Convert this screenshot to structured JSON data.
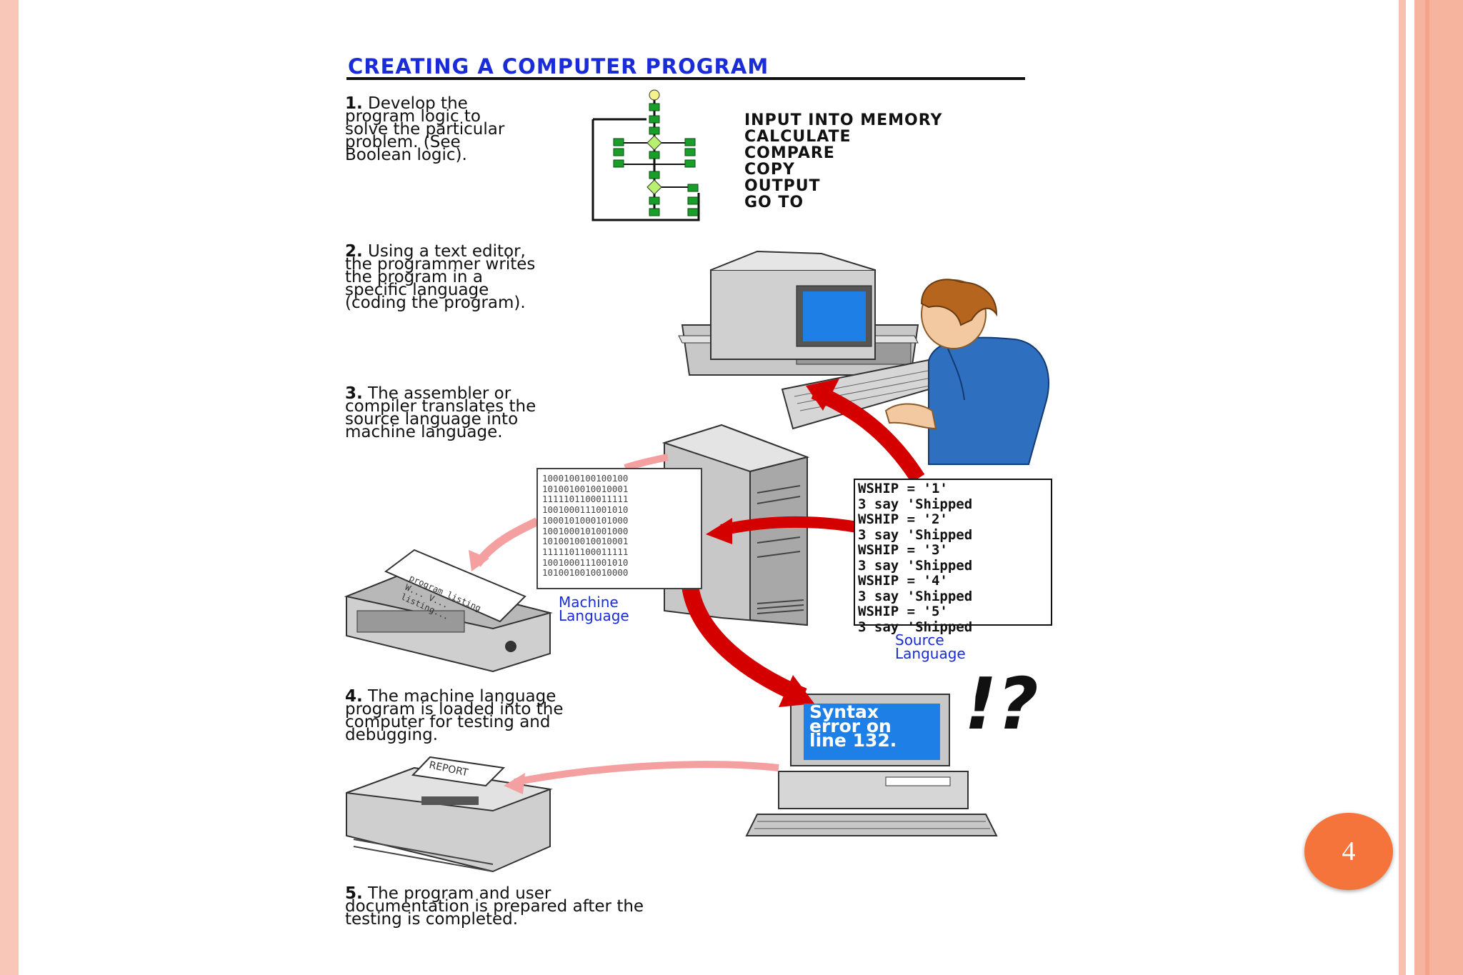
{
  "slide": {
    "title": "CREATING A COMPUTER PROGRAM",
    "page_number": "4"
  },
  "steps": [
    {
      "num": "1.",
      "text": " Develop the\nprogram logic to\nsolve the particular\nproblem. (See\nBoolean logic)."
    },
    {
      "num": "2.",
      "text": " Using a text editor,\nthe programmer writes\nthe program in a\nspecific language\n(coding the program)."
    },
    {
      "num": "3.",
      "text": " The assembler or\ncompiler translates the\nsource language into\nmachine language."
    },
    {
      "num": "4.",
      "text": " The machine language\nprogram is loaded into the\ncomputer for testing and\ndebugging."
    },
    {
      "num": "5.",
      "text": " The program and user\ndocumentation is prepared after the\ntesting is completed."
    }
  ],
  "operations": [
    "INPUT INTO MEMORY",
    "CALCULATE",
    "COMPARE",
    "COPY",
    "OUTPUT",
    "GO TO"
  ],
  "captions": {
    "machine_language": "Machine\nLanguage",
    "source_language": "Source\nLanguage"
  },
  "binary_lines": [
    "1000100100100100",
    "1010010010010001",
    "1111101100011111",
    "1001000111001010",
    "1000101000101000",
    "1001000101001000",
    "1010010010010001",
    "1111101100011111",
    "1001000111001010",
    "1010010010010000"
  ],
  "source_code": "WSHIP = '1'\n3 say 'Shipped\nWSHIP = '2'\n3 say 'Shipped\nWSHIP = '3'\n3 say 'Shipped\nWSHIP = '4'\n3 say 'Shipped\nWSHIP = '5'\n3 say 'Shipped",
  "error_message": "Syntax\nerror on\nline 132.",
  "exclamation": "!?",
  "printer_paper_text": "program listing\nW...  V...\nlisting...",
  "report_text": "REPORT",
  "colors": {
    "title": "#1a2bd9",
    "caption": "#1a2bd9",
    "arrow_red": "#d40000",
    "arrow_pink": "#f4a0a0",
    "screen_blue": "#1e7fe6",
    "badge": "#f4743b",
    "slide_border": "#f6b49e"
  }
}
